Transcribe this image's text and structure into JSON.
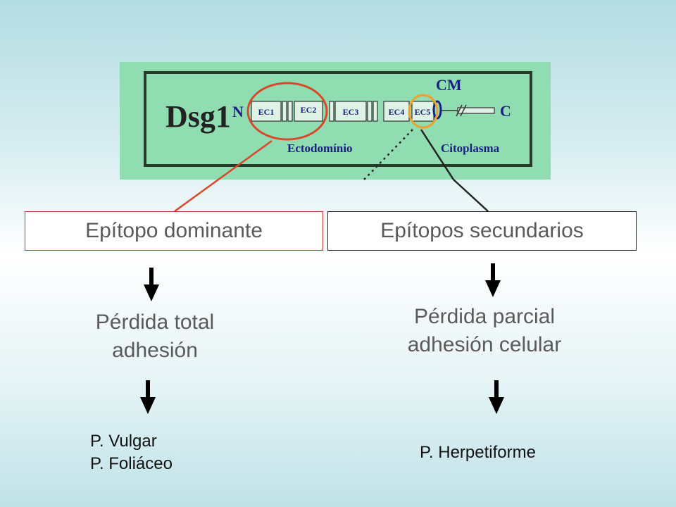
{
  "figure": {
    "protein": "Dsg1",
    "n_terminus": "N",
    "c_terminus": "C",
    "membrane": "CM",
    "domains": [
      "EC1",
      "EC2",
      "EC3",
      "EC4",
      "EC5"
    ],
    "ecto_label": "Ectodomínio",
    "cyto_label": "Citoplasma",
    "colors": {
      "panel": "#8fddb0",
      "dominant": "#d9482b",
      "secondary": "#f0a030",
      "ink": "#1a2080"
    }
  },
  "boxes": {
    "dominant": "Epítopo dominante",
    "secondary": "Epítopos secundarios"
  },
  "results": {
    "total": [
      "Pérdida total",
      "adhesión"
    ],
    "partial": [
      "Pérdida parcial",
      "adhesión celular"
    ]
  },
  "diseases": {
    "left": [
      "P. Vulgar",
      "P. Foliáceo"
    ],
    "right": [
      "P. Herpetiforme"
    ]
  }
}
